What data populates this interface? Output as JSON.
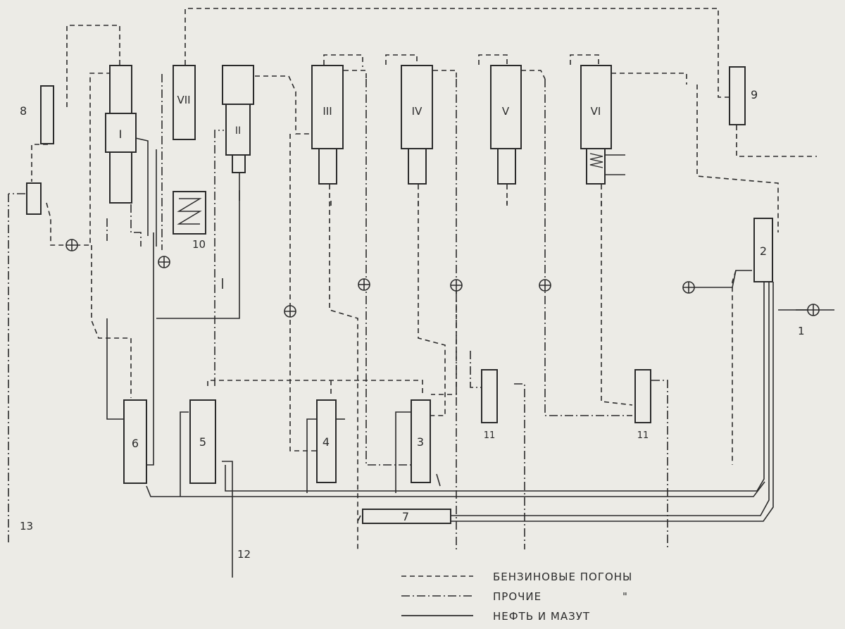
{
  "diagram": {
    "columns": [
      {
        "label": "I"
      },
      {
        "label": "VII"
      },
      {
        "label": "II"
      },
      {
        "label": "III"
      },
      {
        "label": "IV"
      },
      {
        "label": "V"
      },
      {
        "label": "VI"
      }
    ],
    "vessels": [
      {
        "label": "8"
      },
      {
        "label": "9"
      },
      {
        "label": "2"
      },
      {
        "label": "6"
      },
      {
        "label": "5"
      },
      {
        "label": "4"
      },
      {
        "label": "3"
      },
      {
        "label": "7"
      },
      {
        "label": "11"
      },
      {
        "label": "11"
      }
    ],
    "furnace_label": "10",
    "stream_labels": {
      "feed": "1",
      "out_12": "12",
      "out_13": "13"
    },
    "legend": [
      {
        "text": "БЕНЗИНОВЫЕ ПОГОНЫ",
        "style": "dashed"
      },
      {
        "text": "ПРОЧИЕ",
        "style": "dash-dot",
        "mark": "\""
      },
      {
        "text": "НЕФТЬ И МАЗУТ",
        "style": "solid"
      }
    ]
  }
}
